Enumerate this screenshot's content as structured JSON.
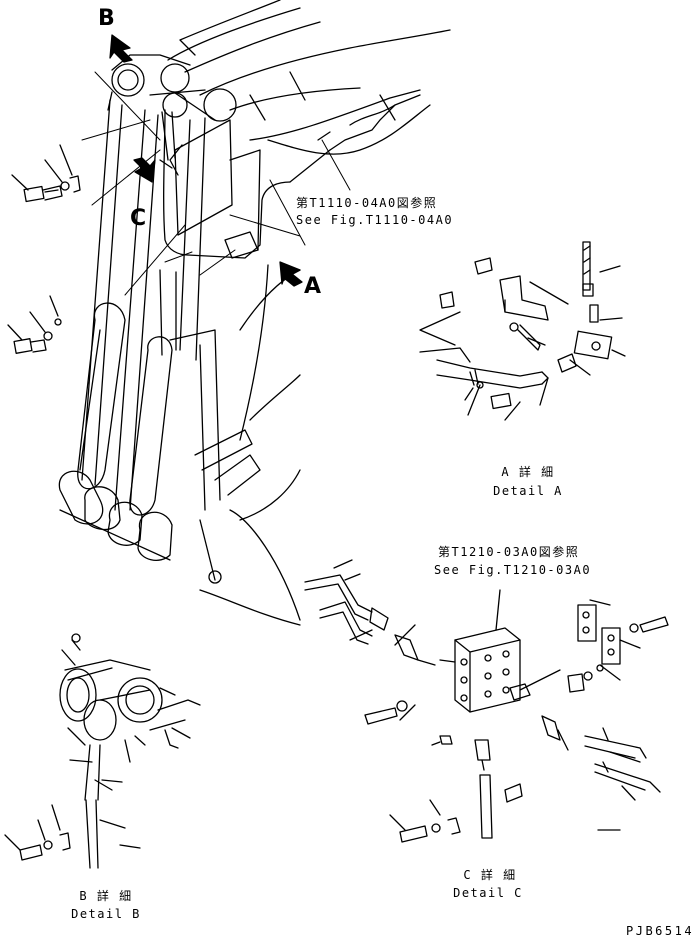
{
  "callouts": {
    "view_b": "B",
    "view_c": "C",
    "view_a": "A"
  },
  "references": {
    "ref1_jp": "第T1110-04A0図参照",
    "ref1_en": "See Fig.T1110-04A0",
    "ref2_jp": "第T1210-03A0図参照",
    "ref2_en": "See Fig.T1210-03A0"
  },
  "details": {
    "a_jp": "A 詳 細",
    "a_en": "Detail A",
    "b_jp": "B 詳 細",
    "b_en": "Detail B",
    "c_jp": "C 詳 細",
    "c_en": "Detail C"
  },
  "drawing_number": "PJB6514",
  "colors": {
    "line": "#000000",
    "background": "#ffffff"
  }
}
